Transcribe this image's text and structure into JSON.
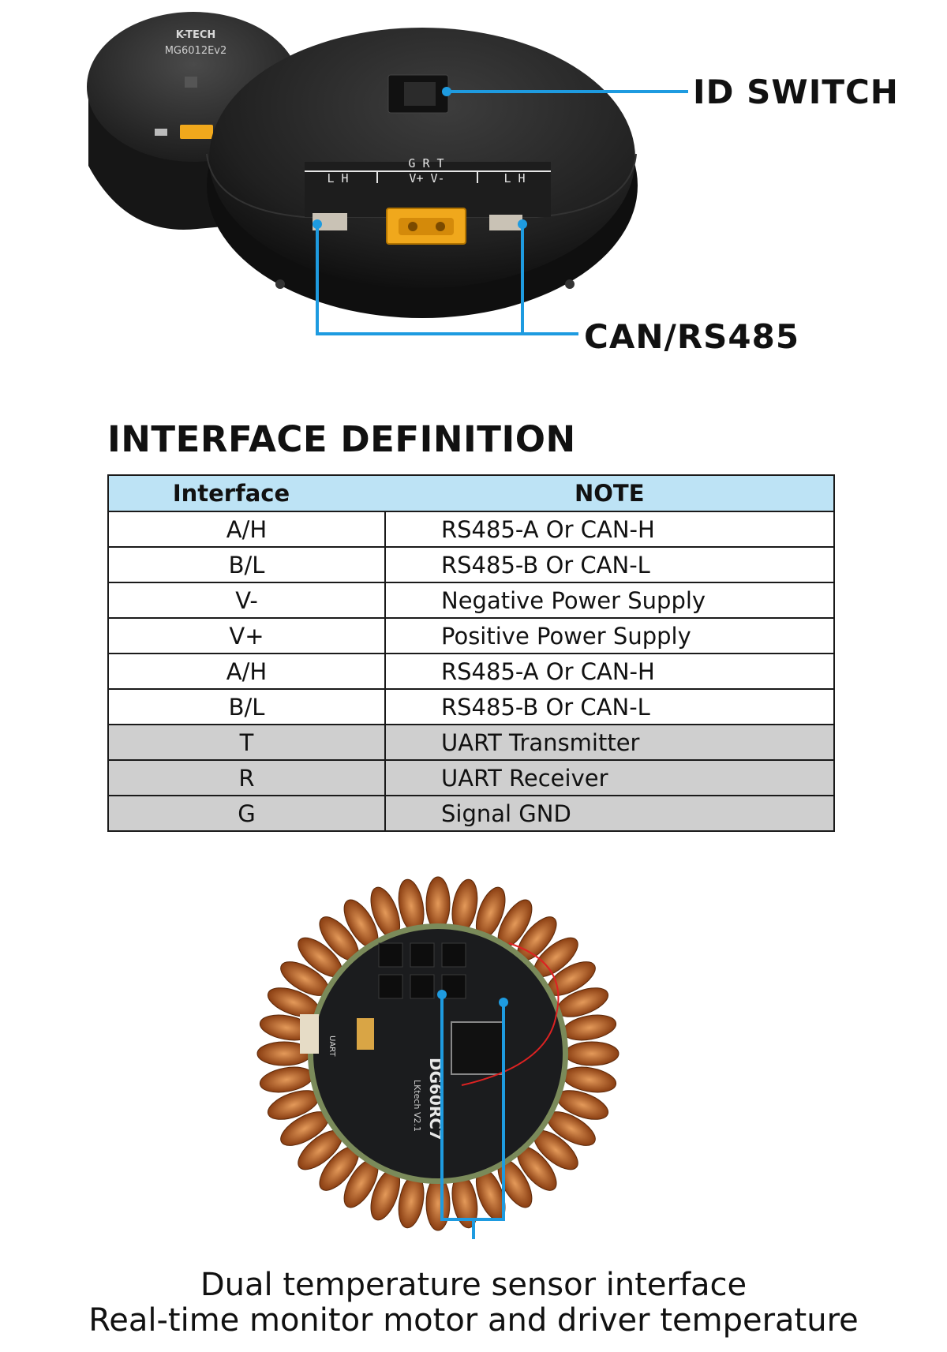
{
  "motor": {
    "brand": "K-TECH",
    "model": "MG6012Ev2",
    "port_group_label": "G R T",
    "port_labels_left": "L H",
    "port_labels_power": "V+    V-",
    "port_labels_right": "L H"
  },
  "callouts": {
    "id_switch": "ID SWITCH",
    "can_rs485": "CAN/RS485"
  },
  "interface_definition": {
    "title": "INTERFACE DEFINITION",
    "columns": [
      "Interface",
      "NOTE"
    ],
    "rows": [
      {
        "interface": "A/H",
        "note": "RS485-A Or CAN-H",
        "shaded": false
      },
      {
        "interface": "B/L",
        "note": "RS485-B Or CAN-L",
        "shaded": false
      },
      {
        "interface": "V-",
        "note": "Negative Power Supply",
        "shaded": false
      },
      {
        "interface": "V+",
        "note": "Positive Power Supply",
        "shaded": false
      },
      {
        "interface": "A/H",
        "note": "RS485-A Or CAN-H",
        "shaded": false
      },
      {
        "interface": "B/L",
        "note": "RS485-B Or CAN-L",
        "shaded": false
      },
      {
        "interface": "T",
        "note": "UART Transmitter",
        "shaded": true
      },
      {
        "interface": "R",
        "note": "UART Receiver",
        "shaded": true
      },
      {
        "interface": "G",
        "note": "Signal GND",
        "shaded": true
      }
    ]
  },
  "pcb": {
    "board_label": "DG60RC7",
    "board_sub": "LKtech V2.1",
    "uart_label": "UART"
  },
  "caption": {
    "line1": "Dual temperature sensor interface",
    "line2": "Real-time monitor motor and driver temperature"
  },
  "colors": {
    "callout_line": "#1e9be0",
    "table_header": "#bde3f5",
    "shaded_row": "#cfcfcf",
    "xt_connector": "#f0a81c"
  }
}
